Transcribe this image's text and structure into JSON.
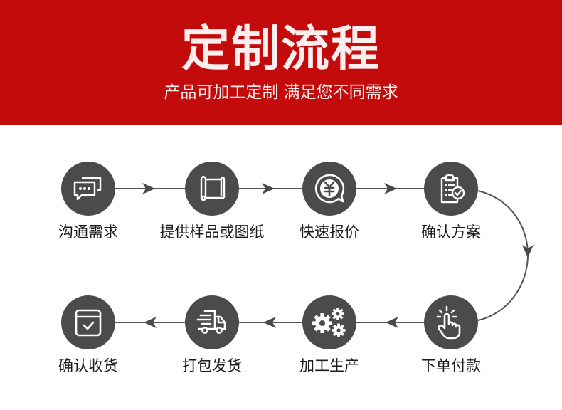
{
  "header": {
    "title": "定制流程",
    "subtitle": "产品可加工定制 满足您不同需求",
    "background_color": "#c40b0b",
    "text_color": "#fbeeee"
  },
  "flow": {
    "circle_color": "#4b4b4b",
    "connector_color": "#555555",
    "steps": [
      {
        "order": 1,
        "label": "沟通需求",
        "icon": "chat-bubbles-icon"
      },
      {
        "order": 2,
        "label": "提供样品或图纸",
        "icon": "blueprint-scroll-icon"
      },
      {
        "order": 3,
        "label": "快速报价",
        "icon": "yuan-quote-bubble-icon"
      },
      {
        "order": 4,
        "label": "确认方案",
        "icon": "clipboard-check-icon"
      },
      {
        "order": 5,
        "label": "下单付款",
        "icon": "tap-hand-icon"
      },
      {
        "order": 6,
        "label": "加工生产",
        "icon": "gears-icon"
      },
      {
        "order": 7,
        "label": "打包发货",
        "icon": "delivery-truck-icon"
      },
      {
        "order": 8,
        "label": "确认收货",
        "icon": "package-check-icon"
      }
    ]
  }
}
